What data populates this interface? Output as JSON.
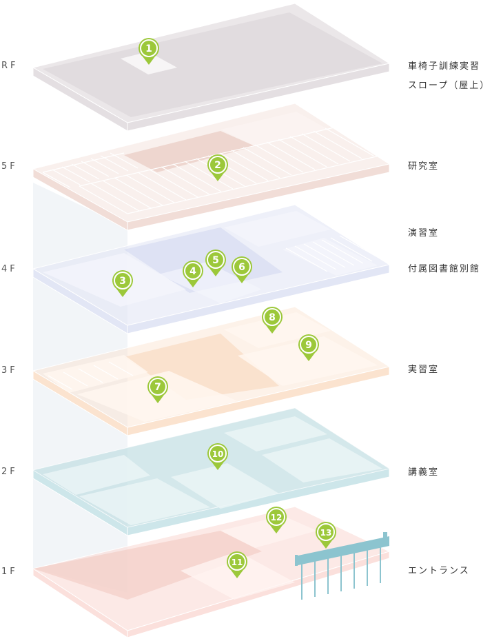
{
  "floors": [
    {
      "id": "RF",
      "label": "RF",
      "rooms": [
        "車椅子訓練実習",
        "スロープ（屋上）"
      ]
    },
    {
      "id": "5F",
      "label": "5F",
      "rooms": [
        "研究室"
      ]
    },
    {
      "id": "4F",
      "label": "4F",
      "rooms": [
        "演習室",
        "付属図書館別館"
      ]
    },
    {
      "id": "3F",
      "label": "3F",
      "rooms": [
        "実習室"
      ]
    },
    {
      "id": "2F",
      "label": "2F",
      "rooms": [
        "講義室"
      ]
    },
    {
      "id": "1F",
      "label": "1F",
      "rooms": [
        "エントランス"
      ]
    }
  ],
  "pins": [
    "1",
    "2",
    "3",
    "4",
    "5",
    "6",
    "7",
    "8",
    "9",
    "10",
    "11",
    "12",
    "13"
  ],
  "colors": {
    "pin": "#9cc83a",
    "rf": "#e4dfe2",
    "f5": "#f1ddd7",
    "f4": "#e2e6f5",
    "f3": "#fbe3cf",
    "f2": "#cde6ea",
    "f1": "#fbe0dc",
    "entrance": "#8cc4cf"
  }
}
